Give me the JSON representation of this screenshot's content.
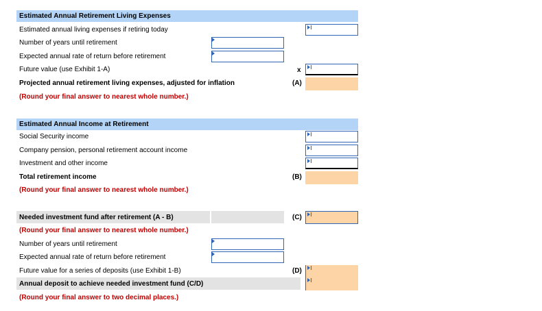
{
  "section1": {
    "header": "Estimated Annual Retirement Living Expenses",
    "rows": [
      "Estimated annual living expenses if retiring today",
      "Number of years until retirement",
      "Expected annual rate of return before retirement",
      "Future value (use Exhibit 1-A)",
      "Projected annual retirement living expenses, adjusted for inflation"
    ],
    "note": "(Round your final answer to nearest whole number.)",
    "multiply_sign": "x",
    "tag": "(A)"
  },
  "section2": {
    "header": "Estimated Annual Income at Retirement",
    "rows": [
      "Social Security income",
      "Company pension, personal retirement account income",
      "Investment and other income",
      "Total retirement income"
    ],
    "note": "(Round your final answer to nearest whole number.)",
    "tag": "(B)"
  },
  "section3": {
    "rows": [
      "Needed investment fund after retirement (A - B)",
      "Number of years until retirement",
      "Expected annual rate of return before retirement",
      "Future value for a series of deposits (use Exhibit 1-B)",
      "Annual deposit to achieve needed investment fund (C/D)"
    ],
    "note1": "(Round your final answer to nearest whole number.)",
    "note2": "(Round your final answer to two decimal places.)",
    "tag_c": "(C)",
    "tag_d": "(D)"
  }
}
